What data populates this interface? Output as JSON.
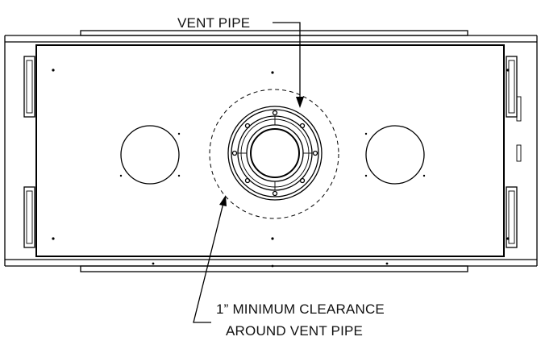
{
  "labels": {
    "vent_pipe": "VENT PIPE",
    "clearance_line1": "1” MINIMUM CLEARANCE",
    "clearance_line2": "AROUND VENT PIPE"
  }
}
